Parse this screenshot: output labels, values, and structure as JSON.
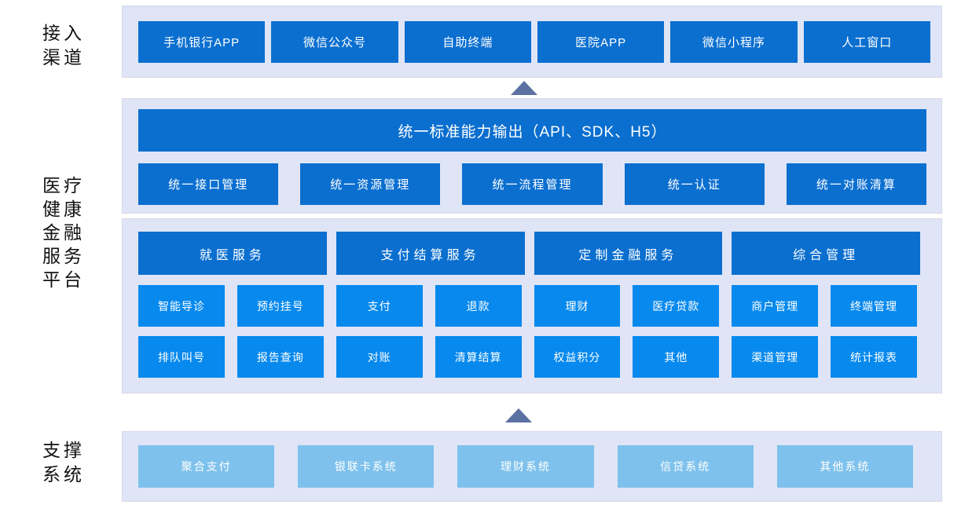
{
  "colors": {
    "panel_bg": "#dfe5f6",
    "box_dark_blue": "#0b6fd0",
    "box_bright_blue": "#0789ee",
    "box_light_blue": "#7ec1ec",
    "arrow": "#5b71a2",
    "box_text": "#ffffff",
    "label_text": "#111111"
  },
  "labels": {
    "access": "接入渠道",
    "platform": "医疗健康金融服务平台",
    "support": "支撑系统"
  },
  "access_channels": [
    "手机银行APP",
    "微信公众号",
    "自助终端",
    "医院APP",
    "微信小程序",
    "人工窗口"
  ],
  "capability": {
    "banner": "统一标准能力输出（API、SDK、H5）",
    "items": [
      "统一接口管理",
      "统一资源管理",
      "统一流程管理",
      "统一认证",
      "统一对账清算"
    ]
  },
  "services": {
    "groups": [
      {
        "header": "就医服务",
        "items": [
          "智能导诊",
          "预约挂号",
          "排队叫号",
          "报告查询"
        ]
      },
      {
        "header": "支付结算服务",
        "items": [
          "支付",
          "退款",
          "对账",
          "清算结算"
        ]
      },
      {
        "header": "定制金融服务",
        "items": [
          "理财",
          "医疗贷款",
          "权益积分",
          "其他"
        ]
      },
      {
        "header": "综合管理",
        "items": [
          "商户管理",
          "终端管理",
          "渠道管理",
          "统计报表"
        ]
      }
    ]
  },
  "support_systems": [
    "聚合支付",
    "银联卡系统",
    "理财系统",
    "信贷系统",
    "其他系统"
  ]
}
